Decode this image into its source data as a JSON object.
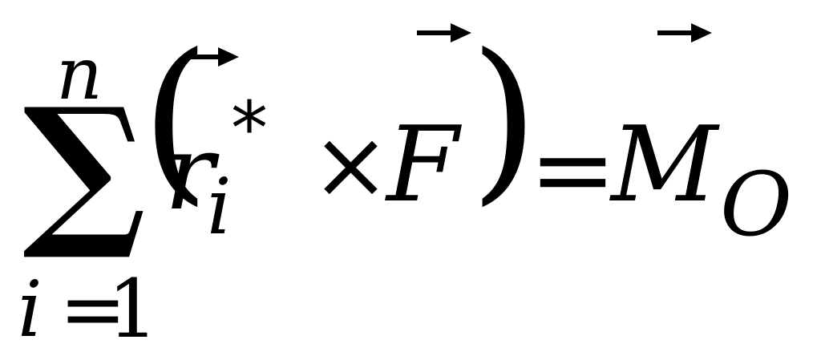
{
  "formula": {
    "sum_symbol": "∑",
    "sum_upper": "n",
    "sum_lower_var": "i",
    "sum_lower_eq": "=",
    "sum_lower_val": "1",
    "left_paren": "(",
    "r_var": "r",
    "r_subscript": "i",
    "r_superscript": "*",
    "cross": "×",
    "F_var": "F",
    "right_paren": ")",
    "equals": "=",
    "M_var": "M",
    "M_subscript": "O"
  },
  "vector_arrows": [
    "r",
    "F",
    "M"
  ]
}
